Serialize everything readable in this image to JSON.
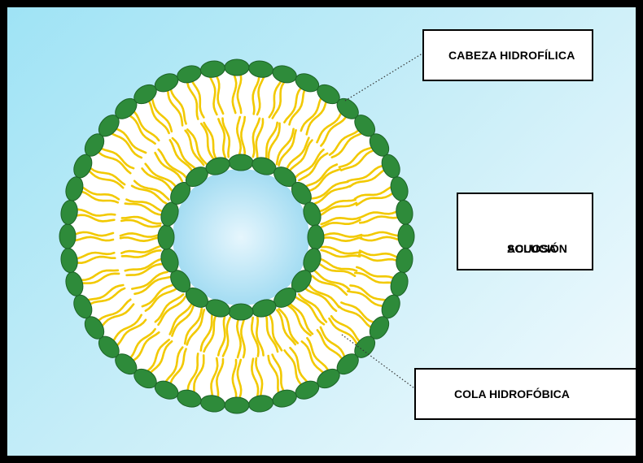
{
  "labels": {
    "hydrophilic_head": "CABEZA HIDROFÍLICA",
    "aqueous_solution_line1": "SOLUCIÓN",
    "aqueous_solution_line2": "ACUOSA",
    "hydrophobic_tail": "COLA HIDROFÓBICA"
  },
  "colors": {
    "head_fill": "#2e8b3a",
    "head_stroke": "#1c6326",
    "tail": "#f2c900",
    "core_center": "#e6f6fd",
    "core_edge": "#a3dcf2",
    "background_start": "#9fe3f5",
    "background_end": "#f4fbfe"
  },
  "structure": {
    "outer_head_count": 44,
    "inner_head_count": 20
  }
}
